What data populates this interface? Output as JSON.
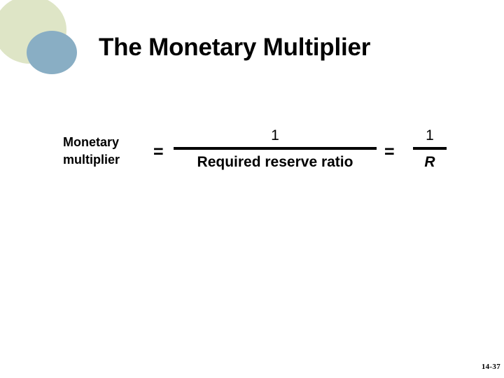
{
  "slide": {
    "title": "The Monetary Multiplier",
    "page_number": "14-37",
    "decor": {
      "green_circle_color": "#dee5c6",
      "blue_circle_color": "#89aec4"
    }
  },
  "equation": {
    "left_label_line1": "Monetary",
    "left_label_line2": "multiplier",
    "equals_1": "=",
    "fraction_main": {
      "numerator": "1",
      "denominator": "Required reserve ratio"
    },
    "equals_2": "=",
    "fraction_short": {
      "numerator": "1",
      "denominator": "R"
    }
  }
}
